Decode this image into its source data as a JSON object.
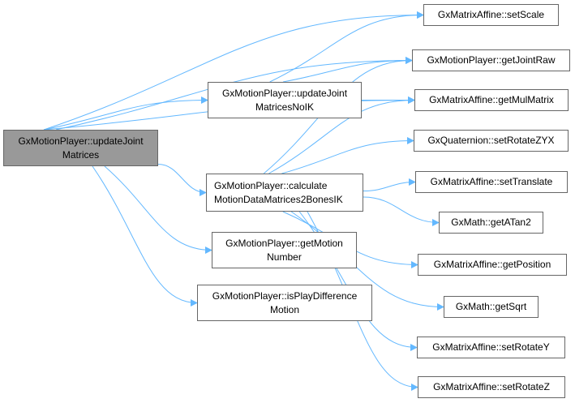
{
  "colors": {
    "edge": "#63b8ff",
    "node_border": "#666666",
    "root_fill": "#999999",
    "node_fill": "#ffffff"
  },
  "nodes": {
    "root": {
      "line1": "GxMotionPlayer::updateJoint",
      "line2": "Matrices"
    },
    "noik": {
      "line1": "GxMotionPlayer::updateJoint",
      "line2": "MatricesNoIK"
    },
    "calc": {
      "line1": "GxMotionPlayer::calculate",
      "line2": "MotionDataMatrices2BonesIK"
    },
    "motionnum": {
      "line1": "GxMotionPlayer::getMotion",
      "line2": "Number"
    },
    "isplay": {
      "line1": "GxMotionPlayer::isPlayDifference",
      "line2": "Motion"
    },
    "setscale": {
      "label": "GxMatrixAffine::setScale"
    },
    "jointraw": {
      "label": "GxMotionPlayer::getJointRaw"
    },
    "mulmatrix": {
      "label": "GxMatrixAffine::getMulMatrix"
    },
    "rotzyx": {
      "label": "GxQuaternion::setRotateZYX"
    },
    "translate": {
      "label": "GxMatrixAffine::setTranslate"
    },
    "atan2": {
      "label": "GxMath::getATan2"
    },
    "position": {
      "label": "GxMatrixAffine::getPosition"
    },
    "sqrt": {
      "label": "GxMath::getSqrt"
    },
    "roty": {
      "label": "GxMatrixAffine::setRotateY"
    },
    "rotz": {
      "label": "GxMatrixAffine::setRotateZ"
    }
  },
  "edges": [
    [
      "root",
      "setscale"
    ],
    [
      "root",
      "jointraw"
    ],
    [
      "root",
      "noik"
    ],
    [
      "root",
      "mulmatrix"
    ],
    [
      "root",
      "calc"
    ],
    [
      "root",
      "motionnum"
    ],
    [
      "root",
      "isplay"
    ],
    [
      "noik",
      "setscale"
    ],
    [
      "noik",
      "jointraw"
    ],
    [
      "noik",
      "mulmatrix"
    ],
    [
      "calc",
      "jointraw"
    ],
    [
      "calc",
      "mulmatrix"
    ],
    [
      "calc",
      "rotzyx"
    ],
    [
      "calc",
      "translate"
    ],
    [
      "calc",
      "atan2"
    ],
    [
      "calc",
      "position"
    ],
    [
      "calc",
      "sqrt"
    ],
    [
      "calc",
      "roty"
    ],
    [
      "calc",
      "rotz"
    ]
  ]
}
